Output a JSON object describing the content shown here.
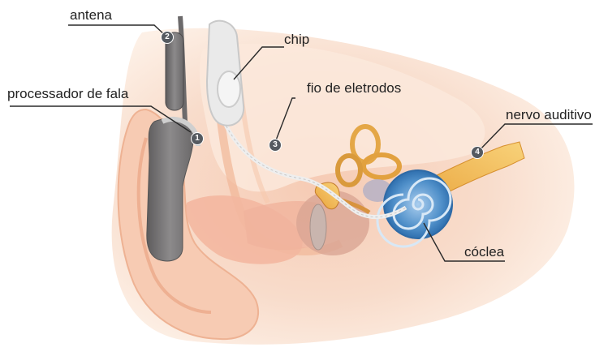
{
  "labels": {
    "antena": "antena",
    "chip": "chip",
    "processador": "processador de fala",
    "fio": "fio de eletrodos",
    "nervo": "nervo auditivo",
    "coclea": "cóclea"
  },
  "markers": [
    "1",
    "2",
    "3",
    "4"
  ],
  "colors": {
    "skin_light": "#fbe3d3",
    "skin_mid": "#f4c4aa",
    "skin_dark": "#e89a80",
    "device_gray": "#7d7b7c",
    "cochlea_blue": "#4f8fc9",
    "nerve_orange": "#f0b040",
    "ossicle_orange": "#e09a4a",
    "leader_line": "#2a2a2a"
  }
}
